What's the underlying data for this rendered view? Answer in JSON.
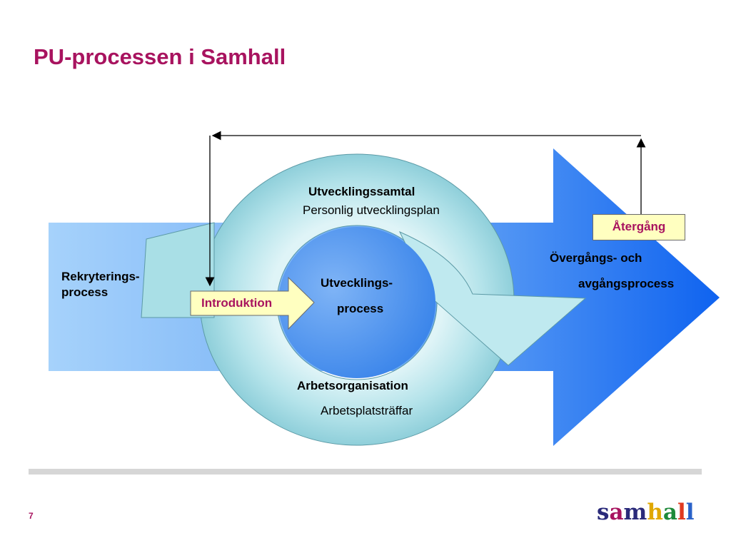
{
  "title": "PU-processen i Samhall",
  "diagram": {
    "recruitment": {
      "line1": "Rekryterings-",
      "line2": "process"
    },
    "introduction": "Introduktion",
    "development": {
      "line1": "Utvecklings-",
      "line2": "process"
    },
    "talk": {
      "heading": "Utvecklingssamtal",
      "sub": "Personlig utvecklingsplan"
    },
    "workorg": {
      "heading": "Arbetsorganisation",
      "sub": "Arbetsplatsträffar"
    },
    "return": "Återgång",
    "transition": {
      "line1": "Övergångs- och",
      "line2": "avgångsprocess"
    }
  },
  "colors": {
    "title": "#a8135f",
    "arrow_light": "#9ccaf8",
    "arrow_dark": "#1a6ff2",
    "ring": "#a9dfe6",
    "inner_circle": "#3f8cef",
    "box_fill": "#ffffc0"
  },
  "page_number": "7",
  "logo": {
    "letters": [
      {
        "ch": "s",
        "color": "#2a2a7a"
      },
      {
        "ch": "a",
        "color": "#a8135f"
      },
      {
        "ch": "m",
        "color": "#2a2a7a"
      },
      {
        "ch": "h",
        "color": "#e0a800"
      },
      {
        "ch": "a",
        "color": "#1e8a3a"
      },
      {
        "ch": "l",
        "color": "#e03a20"
      },
      {
        "ch": "l",
        "color": "#2a62c9"
      }
    ]
  }
}
